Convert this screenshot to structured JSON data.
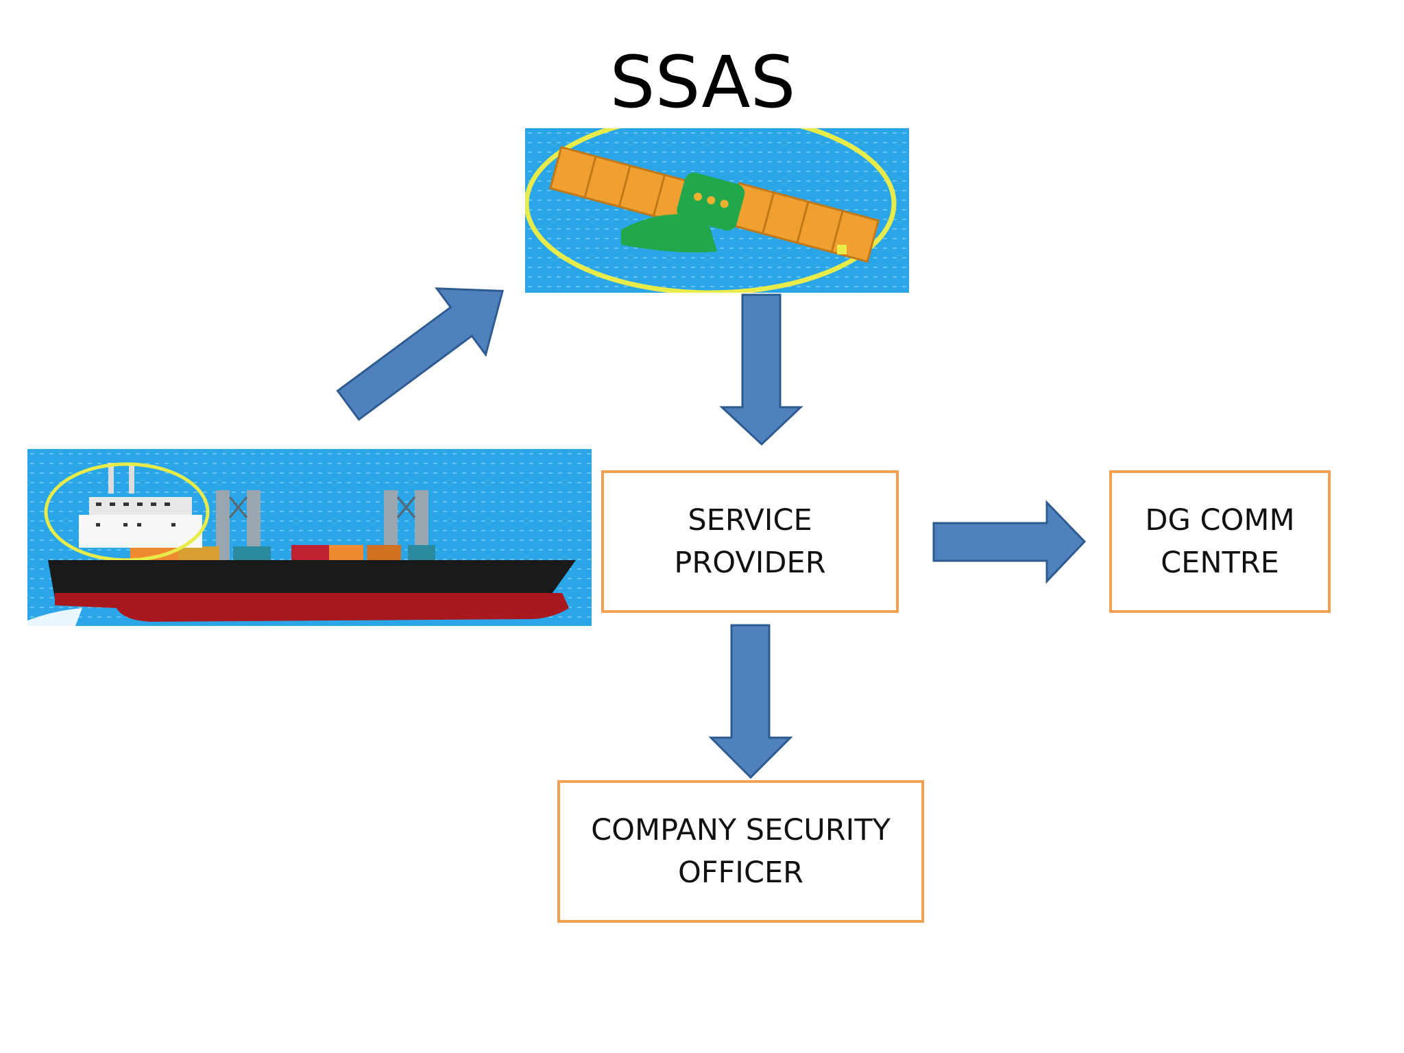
{
  "diagram": {
    "title": "SSAS",
    "nodes": {
      "service_provider": {
        "lines": [
          "SERVICE",
          "PROVIDER"
        ]
      },
      "dg_comm_centre": {
        "lines": [
          "DG COMM",
          "CENTRE"
        ]
      },
      "company_security_officer": {
        "lines": [
          "COMPANY SECURITY",
          "OFFICER"
        ]
      }
    },
    "colors": {
      "box_border": "#f0a050",
      "arrow_fill": "#4f81bd",
      "arrow_stroke": "#2e5b8f",
      "sky_blue": "#2aa6e8",
      "highlight_ring": "#e8ec4a"
    },
    "icons": [
      "satellite-icon",
      "ship-icon"
    ]
  }
}
